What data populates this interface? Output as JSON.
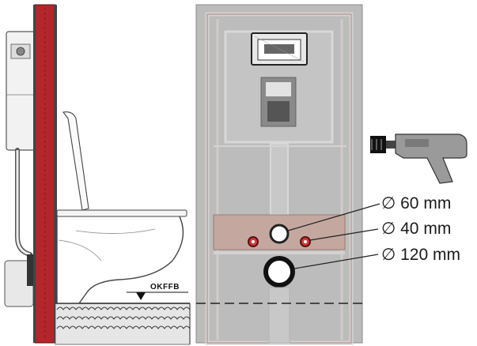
{
  "labels": {
    "floor_level": "OKFFB",
    "diameter_small": "∅ 60 mm",
    "diameter_medium": "∅ 40 mm",
    "diameter_large": "∅ 120 mm"
  },
  "colors": {
    "frame_red": "#b3262b",
    "frame_grey": "#d4d2d1",
    "wall_grey": "#bcbcbc",
    "outline": "#444444"
  },
  "icons": {
    "tool": "power-drill-icon",
    "flush_plate": "flush-plate-icon"
  }
}
